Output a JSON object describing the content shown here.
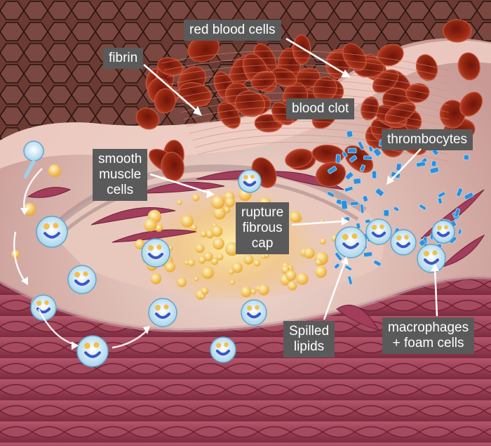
{
  "labels": {
    "red_blood_cells": "red blood cells",
    "fibrin": "fibrin",
    "blood_clot": "blood clot",
    "thrombocytes": "thrombocytes",
    "smooth_muscle_cells": [
      "smooth",
      "muscle",
      "cells"
    ],
    "rupture_fibrous_cap": [
      "rupture",
      "fibrous",
      "cap"
    ],
    "spilled_lipids": [
      "Spilled",
      "lipids"
    ],
    "macrophages_foam_cells": [
      "macrophages",
      "+ foam cells"
    ]
  },
  "colors": {
    "label_bg": "#5a5a5a",
    "label_text": "#ffffff",
    "arrow": "#ffffff",
    "red_cell": "#8e2010",
    "vessel_wall": "#9c3d52",
    "lipid": "#f3c34c",
    "platelet": "#2f8fd8",
    "macrophage": "#d7eef8"
  }
}
